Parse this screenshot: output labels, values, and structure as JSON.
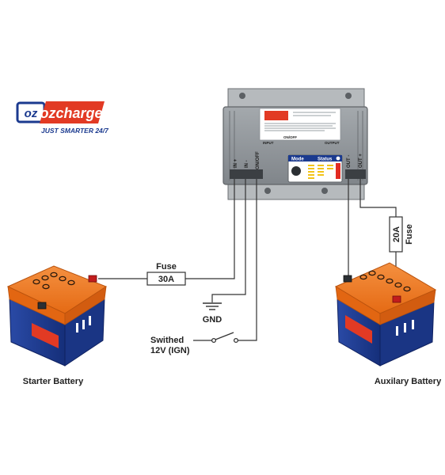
{
  "logo": {
    "brand": "ozcharge",
    "tagline": "JUST SMARTER 24/7"
  },
  "charger": {
    "terminals": {
      "in_plus": "IN +",
      "in_minus": "IN -",
      "on_off": "ON/OFF",
      "out_minus": "OUT -",
      "out_plus": "OUT +"
    },
    "panel": {
      "mode_label": "Mode",
      "status_label": "Status"
    },
    "sticker": {
      "input": "INPUT",
      "on_off": "ON/OFF",
      "output": "OUTPUT"
    }
  },
  "fuse_main": {
    "title": "Fuse",
    "rating": "30A"
  },
  "fuse_aux": {
    "title": "Fuse",
    "rating": "20A"
  },
  "ground": {
    "label": "GND"
  },
  "ignition": {
    "line1": "Swithed",
    "line2": "12V (IGN)"
  },
  "batteries": {
    "starter": {
      "caption": "Starter Battery"
    },
    "auxiliary": {
      "caption": "Auxilary Battery"
    }
  },
  "colors": {
    "battery_orange": "#f07a22",
    "battery_blue": "#1b3a8f",
    "charger_grey": "#8a8f94",
    "wire": "#333333",
    "logo_red": "#e23a24"
  }
}
